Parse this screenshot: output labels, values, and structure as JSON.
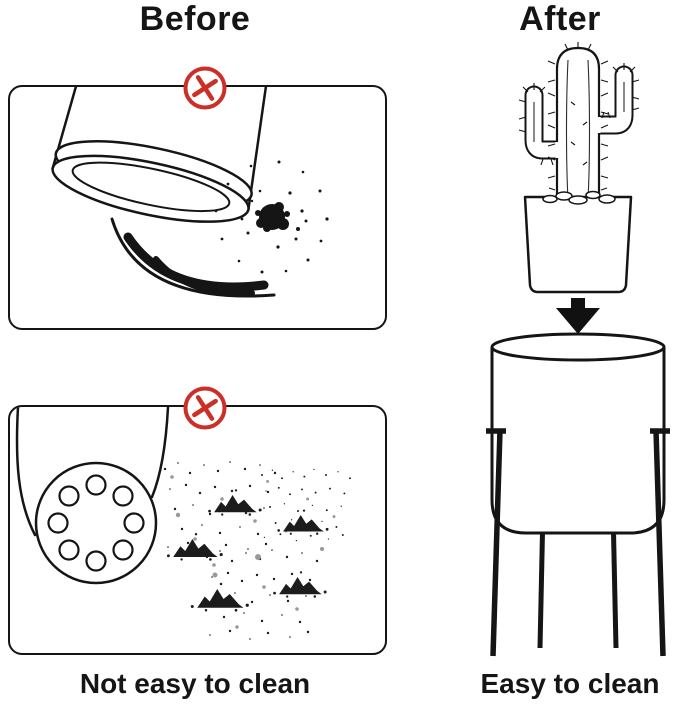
{
  "colors": {
    "prohibited_red": "#cb2f27",
    "ink": "#151515",
    "background": "#ffffff"
  },
  "before": {
    "title": "Before",
    "caption": "Not easy to clean",
    "panels": [
      {
        "label": "pot-tipped-spilling-soil",
        "badge_icon": "prohibited-x-icon"
      },
      {
        "label": "pot-with-drainage-holes-and-soil-piles",
        "badge_icon": "prohibited-x-icon"
      }
    ]
  },
  "after": {
    "title": "After",
    "caption": "Easy to clean",
    "illustrations": [
      "cactus-in-square-planter",
      "downward-arrow",
      "round-planter-on-metal-stand"
    ]
  }
}
